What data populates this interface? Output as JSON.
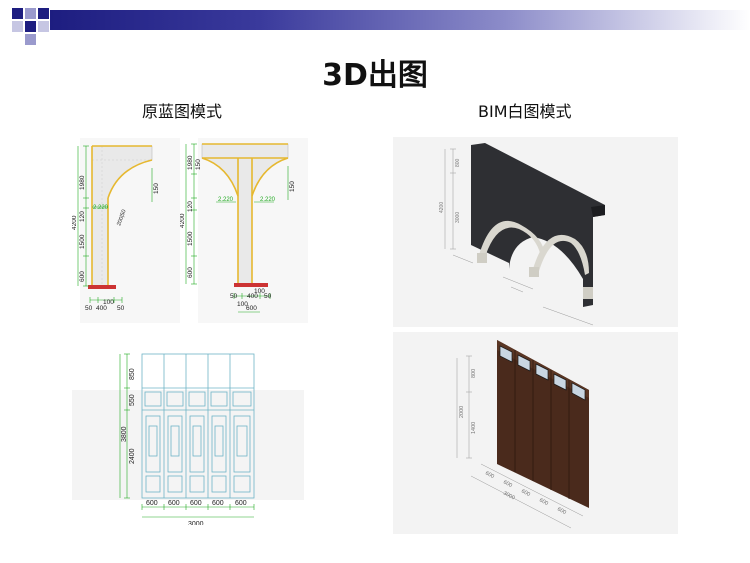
{
  "slide": {
    "title": "3D出图",
    "left_label": "原蓝图模式",
    "right_label": "BIM白图模式"
  },
  "colors": {
    "header_dark": "#1d1d80",
    "header_light": "#8c8cc9",
    "cad_green": "#22aa22",
    "cad_yellow": "#e6b830",
    "cad_red": "#cc3333",
    "arch_dark": "#2e2f33",
    "door_brown": "#4a2a1c"
  },
  "drawings": {
    "arch1": {
      "heights": [
        "1980",
        "120",
        "1500",
        "600"
      ],
      "total": "4200",
      "side": "150",
      "level": "2.220",
      "widths": [
        "50",
        "400",
        "50"
      ],
      "center": "100",
      "diag": "200|50"
    },
    "arch2": {
      "heights": [
        "1980",
        "150",
        "120",
        "1500",
        "600"
      ],
      "total": "4200",
      "side": "150",
      "levels": [
        "2.220",
        "2.220"
      ],
      "widths": [
        "50",
        "100",
        "400",
        "50"
      ],
      "center": "100",
      "bottom": "600"
    },
    "door": {
      "heights": [
        "850",
        "550",
        "2400"
      ],
      "total": "3800",
      "widths": [
        "600",
        "600",
        "600",
        "600",
        "600"
      ],
      "total_width": "3000"
    },
    "bim_arch": {
      "dims": [
        "800",
        "4200",
        "3000"
      ]
    },
    "bim_door": {
      "dims": [
        "800",
        "2000",
        "1400"
      ],
      "widths": [
        "600",
        "600",
        "600",
        "600",
        "600"
      ],
      "total": "3000"
    }
  }
}
